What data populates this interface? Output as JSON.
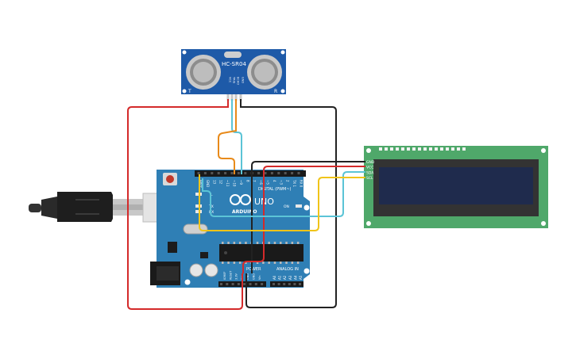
{
  "sensor": {
    "model": "HC-SR04",
    "label_t": "T",
    "label_r": "R",
    "pins": [
      "VCC",
      "TRIG",
      "ECHO",
      "GND"
    ]
  },
  "arduino": {
    "brand": "ARDUINO",
    "model": "UNO",
    "digital_header": "DIGITAL (PWM~)",
    "analog_header": "ANALOG IN",
    "power_header": "POWER",
    "on_label": "ON",
    "led_labels": [
      "L",
      "TX",
      "RX"
    ],
    "top_pins": [
      "AREF",
      "GND",
      "13",
      "12",
      "~11",
      "~10",
      "~9",
      "8",
      "7",
      "~6",
      "~5",
      "4",
      "~3",
      "2",
      "TX 1",
      "RX 0"
    ],
    "power_pins": [
      "IOREF",
      "RESET",
      "3.3V",
      "5V",
      "GND",
      "GND",
      "Vin"
    ],
    "analog_pins": [
      "A0",
      "A1",
      "A2",
      "A3",
      "A4",
      "A5"
    ]
  },
  "lcd": {
    "pins": [
      "GND",
      "VCC",
      "SDA",
      "SCL"
    ]
  },
  "colors": {
    "board": "#2f7fb5",
    "lcd_pcb": "#4fa86a",
    "lcd_screen": "#1f2b4d",
    "sensor_board": "#1e5aa8",
    "wire_red": "#d42a2a",
    "wire_black": "#222222",
    "wire_cyan": "#5bc4d6",
    "wire_orange": "#e88a1a",
    "wire_yellow": "#f0c419"
  }
}
